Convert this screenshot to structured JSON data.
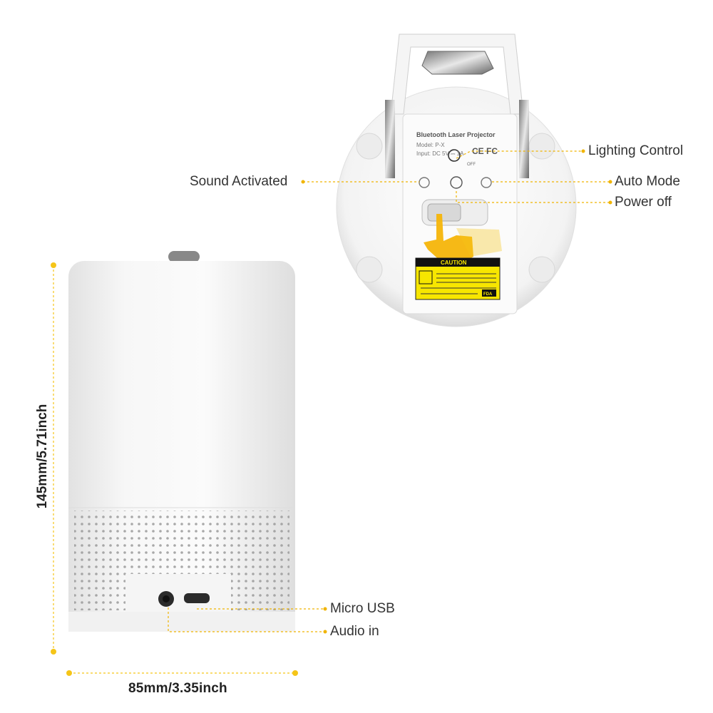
{
  "callouts": {
    "lighting_control": "Lighting Control",
    "sound_activated": "Sound Activated",
    "auto_mode": "Auto Mode",
    "power_off": "Power off",
    "micro_usb": "Micro USB",
    "audio_in": "Audio in"
  },
  "dimensions": {
    "height": "145mm/5.71inch",
    "width": "85mm/3.35inch"
  },
  "device_label": {
    "title": "Bluetooth Laser Projector",
    "model": "Model: P-X",
    "input": "Input: DC 5V ⎓ 1A",
    "off": "OFF",
    "caution": "CAUTION",
    "ce_fcc": "CE FC",
    "fda": "FDA"
  },
  "colors": {
    "accent": "#F5C518",
    "leader": "#F0B400",
    "device": "#F4F4F4",
    "caution_bg": "#F7E600"
  }
}
